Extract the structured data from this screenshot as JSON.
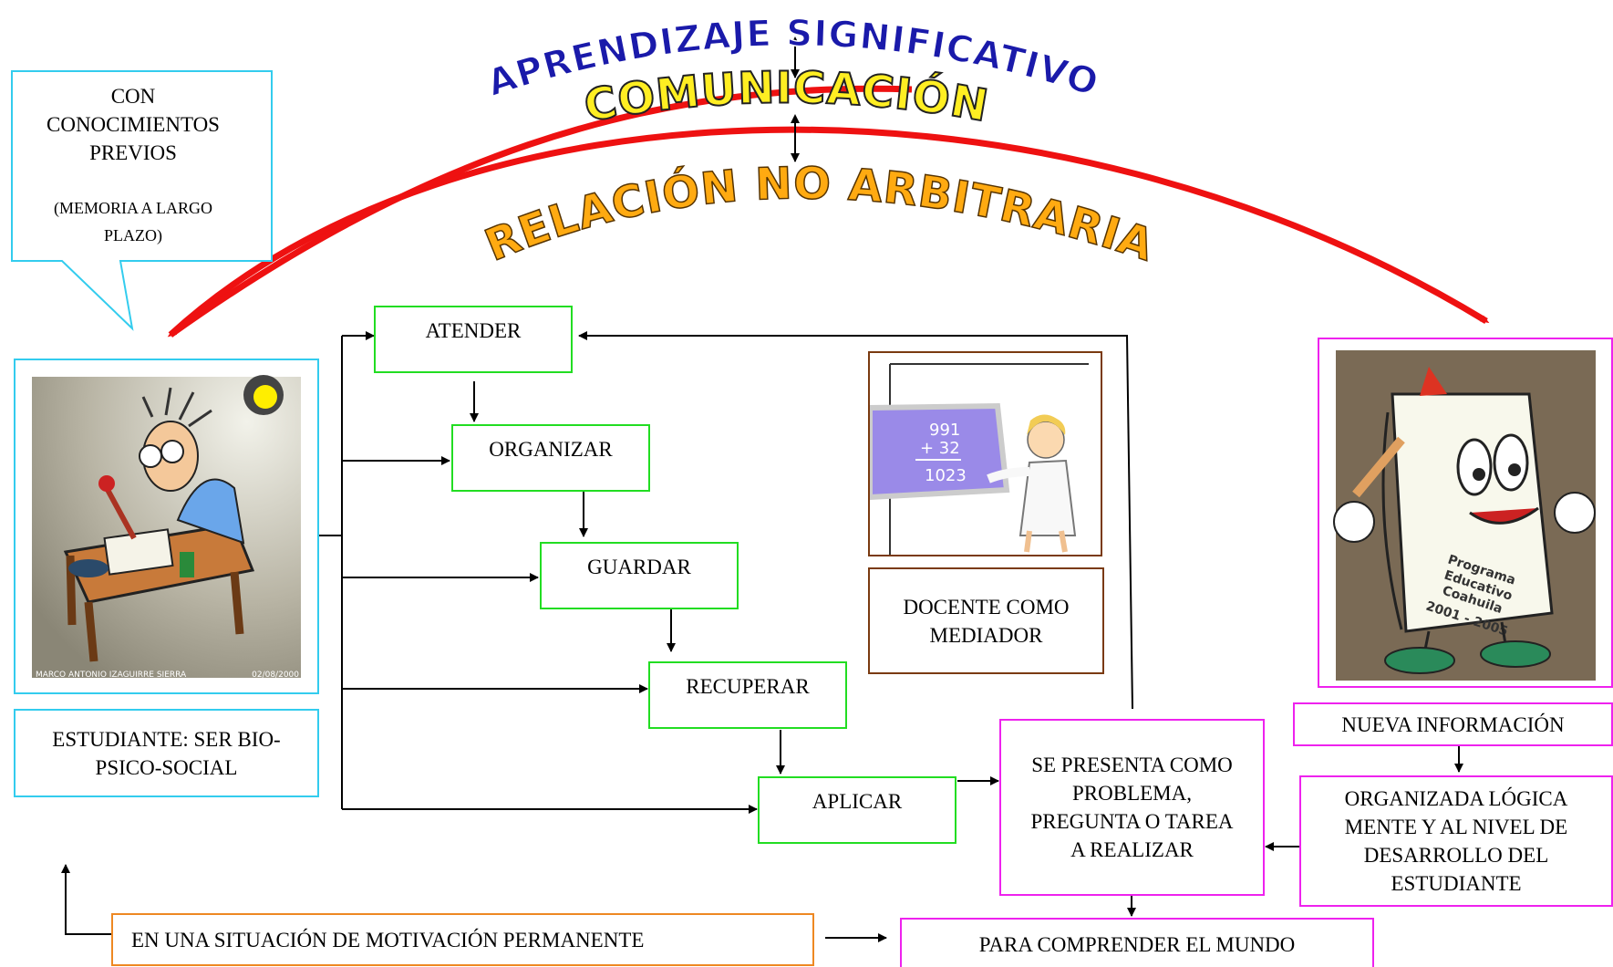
{
  "colors": {
    "green": "#22dd22",
    "magenta": "#ee22ee",
    "cyan": "#33ccee",
    "orange": "#ee8822",
    "brown": "#7a3a10",
    "red_arc": "#ee1111",
    "blue_title": "#1a1aaa",
    "yellow_title": "#ffee22",
    "orange_title": "#ffaa11"
  },
  "header": {
    "title_top": "APRENDIZAJE SIGNIFICATIVO",
    "title_middle": "COMUNICACIÓN",
    "title_bottom": "RELACIÓN NO ARBITRARIA"
  },
  "callout": {
    "text": "CON CONOCIMIENTOS PREVIOS",
    "sub": "(MEMORIA A LARGO PLAZO)"
  },
  "student": {
    "image_icon": "student-at-desk-illustration",
    "signature": "MARCO ANTONIO IZAGUIRRE SIERRA",
    "date": "02/08/2000",
    "label": "ESTUDIANTE: SER BIO-PSICO-SOCIAL"
  },
  "steps": [
    "ATENDER",
    "ORGANIZAR",
    "GUARDAR",
    "RECUPERAR",
    "APLICAR"
  ],
  "teacher": {
    "image_icon": "teacher-at-blackboard-illustration",
    "board_top": "991",
    "board_plus": "+ 32",
    "board_result": "1023",
    "label": "DOCENTE COMO MEDIADOR"
  },
  "book": {
    "image_icon": "book-mascot-illustration",
    "cover_text": [
      "Programa",
      "Educativo",
      "Coahuila",
      "2001 - 2005"
    ],
    "label": "NUEVA INFORMACIÓN"
  },
  "problem": {
    "label": "SE PRESENTA COMO PROBLEMA, PREGUNTA O TAREA A REALIZAR"
  },
  "organized": {
    "label": "ORGANIZADA LÓGICA MENTE Y AL NIVEL DE DESARROLLO DEL ESTUDIANTE"
  },
  "motivation": {
    "label": "EN UNA SITUACIÓN DE MOTIVACIÓN PERMANENTE"
  },
  "world": {
    "label": "PARA COMPRENDER EL MUNDO"
  }
}
